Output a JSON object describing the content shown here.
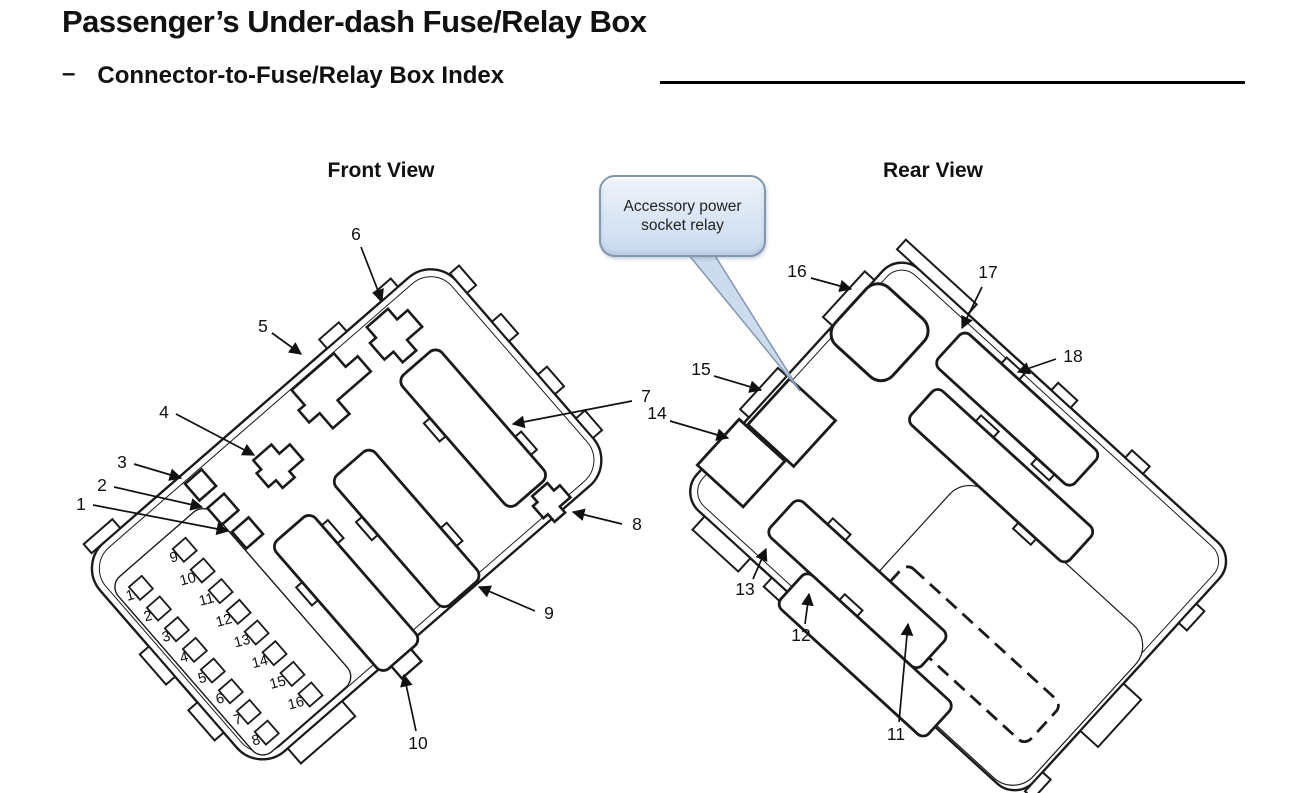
{
  "page": {
    "title": "Passenger’s Under-dash Fuse/Relay Box",
    "subtitle_prefix": "–",
    "subtitle": "Connector-to-Fuse/Relay Box Index"
  },
  "front_view": {
    "heading": "Front View",
    "connector_callouts": [
      "1",
      "2",
      "3",
      "4",
      "5",
      "6",
      "7",
      "8",
      "9",
      "10"
    ],
    "fuse_positions": [
      "1",
      "2",
      "3",
      "4",
      "5",
      "6",
      "7",
      "8",
      "9",
      "10",
      "11",
      "12",
      "13",
      "14",
      "15",
      "16"
    ]
  },
  "rear_view": {
    "heading": "Rear View",
    "connector_callouts": [
      "11",
      "12",
      "13",
      "14",
      "15",
      "16",
      "17",
      "18"
    ],
    "callout_note": "Accessory power socket relay"
  },
  "colors": {
    "line": "#1a1a1a",
    "note_border": "#8296ae",
    "note_fill_top": "#eef3fa",
    "note_fill_bottom": "#c9daee"
  }
}
